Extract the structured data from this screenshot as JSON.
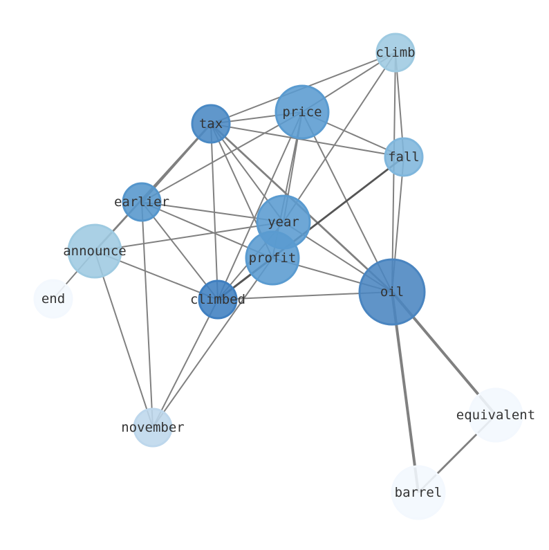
{
  "title": "",
  "nodes": [
    {
      "id": "climb",
      "label": "climb",
      "color": "#9ecae1",
      "size": 2
    },
    {
      "id": "price",
      "label": "price",
      "color": "#5a9bd0",
      "size": 3
    },
    {
      "id": "tax",
      "label": "tax",
      "color": "#4a89c4",
      "size": 2
    },
    {
      "id": "fall",
      "label": "fall",
      "color": "#7fb6dc",
      "size": 2
    },
    {
      "id": "earlier",
      "label": "earlier",
      "color": "#5596cc",
      "size": 2
    },
    {
      "id": "year",
      "label": "year",
      "color": "#5a9bd0",
      "size": 3
    },
    {
      "id": "announce",
      "label": "announce",
      "color": "#9ecae1",
      "size": 3
    },
    {
      "id": "profit",
      "label": "profit",
      "color": "#5a9bd0",
      "size": 3
    },
    {
      "id": "oil",
      "label": "oil",
      "color": "#4a85c0",
      "size": 4
    },
    {
      "id": "end",
      "label": "end",
      "color": "#f3f8fe",
      "size": 2
    },
    {
      "id": "climbed",
      "label": "climbed",
      "color": "#3f7fc0",
      "size": 2
    },
    {
      "id": "november",
      "label": "november",
      "color": "#bdd7ec",
      "size": 2
    },
    {
      "id": "equivalent",
      "label": "equivalent",
      "color": "#f3f8fe",
      "size": 3
    },
    {
      "id": "barrel",
      "label": "barrel",
      "color": "#f3f8fe",
      "size": 3
    }
  ],
  "edges": [
    [
      "climb",
      "tax",
      1
    ],
    [
      "climb",
      "price",
      1
    ],
    [
      "climb",
      "fall",
      1
    ],
    [
      "climb",
      "oil",
      1
    ],
    [
      "climb",
      "year",
      1
    ],
    [
      "price",
      "tax",
      1
    ],
    [
      "price",
      "fall",
      1
    ],
    [
      "price",
      "earlier",
      1
    ],
    [
      "price",
      "oil",
      1
    ],
    [
      "price",
      "climbed",
      1
    ],
    [
      "price",
      "profit",
      1
    ],
    [
      "price",
      "year",
      1
    ],
    [
      "tax",
      "fall",
      1
    ],
    [
      "tax",
      "earlier",
      2
    ],
    [
      "tax",
      "announce",
      2
    ],
    [
      "tax",
      "year",
      1
    ],
    [
      "tax",
      "climbed",
      1
    ],
    [
      "tax",
      "profit",
      1
    ],
    [
      "tax",
      "oil",
      2
    ],
    [
      "fall",
      "oil",
      1
    ],
    [
      "fall",
      "climbed",
      2
    ],
    [
      "earlier",
      "year",
      1
    ],
    [
      "earlier",
      "profit",
      1
    ],
    [
      "earlier",
      "climbed",
      1
    ],
    [
      "earlier",
      "november",
      1
    ],
    [
      "announce",
      "year",
      1
    ],
    [
      "announce",
      "climbed",
      1
    ],
    [
      "announce",
      "november",
      1
    ],
    [
      "announce",
      "end",
      1
    ],
    [
      "year",
      "climbed",
      1
    ],
    [
      "profit",
      "climbed",
      2
    ],
    [
      "profit",
      "november",
      1
    ],
    [
      "climbed",
      "november",
      1
    ],
    [
      "profit",
      "oil",
      1
    ],
    [
      "climbed",
      "oil",
      1
    ],
    [
      "year",
      "oil",
      1
    ],
    [
      "oil",
      "barrel",
      3
    ],
    [
      "oil",
      "equivalent",
      3
    ],
    [
      "equivalent",
      "barrel",
      2
    ]
  ]
}
